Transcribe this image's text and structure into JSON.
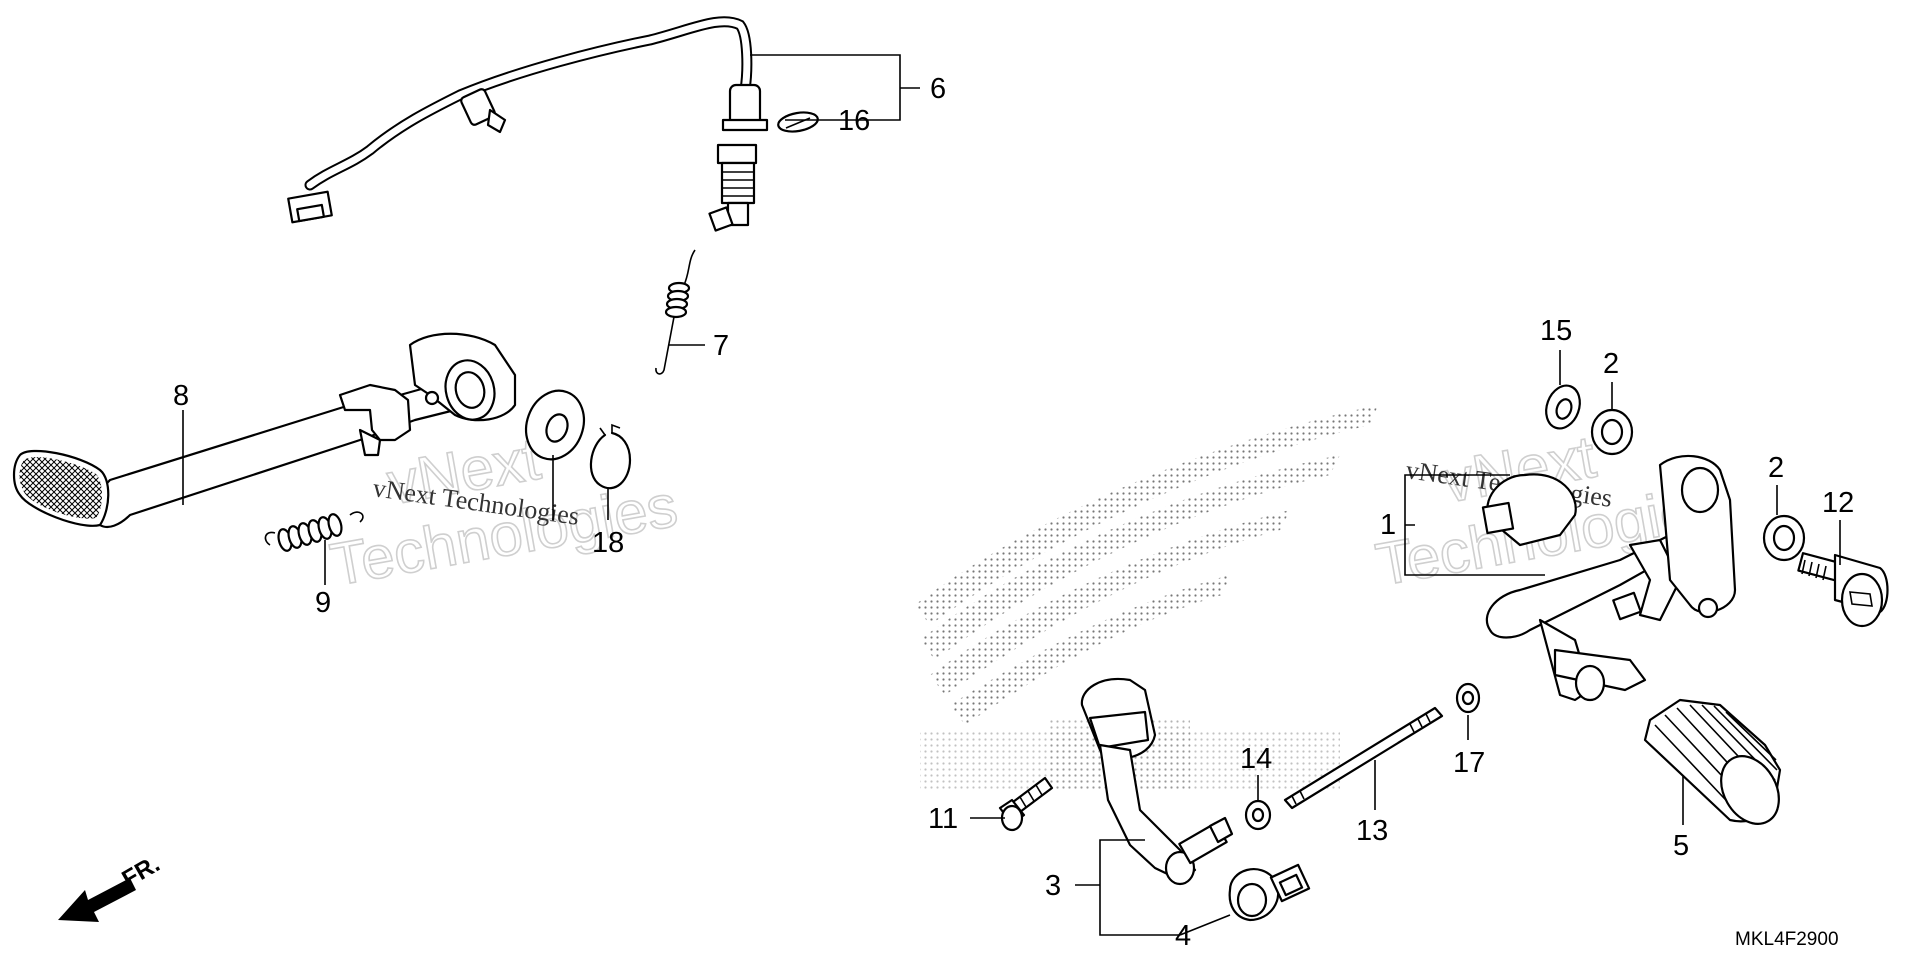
{
  "diagram_code": "MKL4F2900",
  "direction_label": "FR.",
  "watermark": {
    "line1": "vNext",
    "line2": "Technologies",
    "mono": "vNext Technologies"
  },
  "callouts": {
    "c1": "1",
    "c2a": "2",
    "c2b": "2",
    "c3": "3",
    "c4": "4",
    "c5": "5",
    "c6": "6",
    "c7": "7",
    "c8": "8",
    "c9": "9",
    "c11": "11",
    "c12": "12",
    "c13": "13",
    "c14": "14",
    "c15": "15",
    "c16": "16",
    "c17": "17",
    "c18": "18"
  }
}
